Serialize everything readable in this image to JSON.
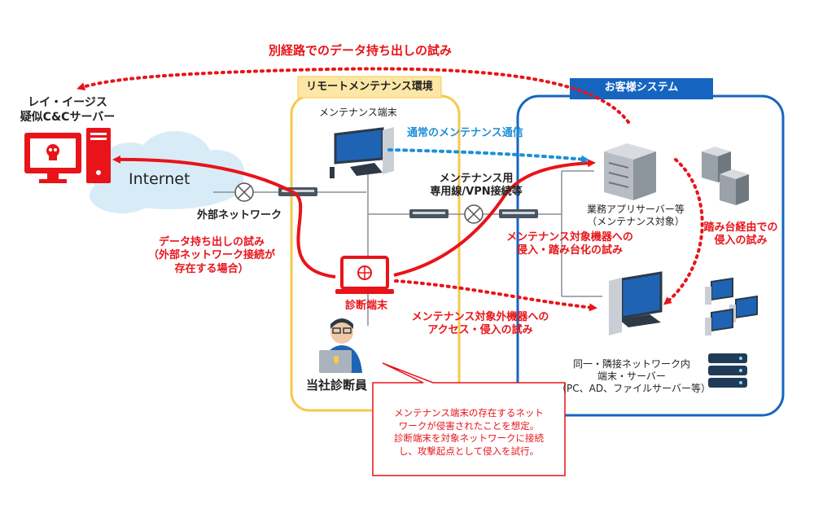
{
  "colors": {
    "red": "#e8141a",
    "blue": "#1e8fd6",
    "navy": "#1565c0",
    "yellow": "#f6c94c",
    "gray": "#8a8f96",
    "cloud": "#d8ecf8"
  },
  "top_path_label": "別経路でのデータ持ち出しの試み",
  "c2": {
    "title_line1": "レイ・イージス",
    "title_line2": "疑似C&Cサーバー",
    "icon": "skull-pc-server-icon"
  },
  "internet_label": "Internet",
  "external_network_label": "外部ネットワーク",
  "exfil": {
    "line1": "データ持ち出しの試み",
    "line2": "（外部ネットワーク接続が",
    "line3": "存在する場合）"
  },
  "remote_env": {
    "title": "リモートメンテナンス環境",
    "maint_terminal_label": "メンテナンス端末",
    "line_label_1": "メンテナンス用",
    "line_label_2": "専用線/VPN接続等",
    "diag_terminal_label": "診断端末",
    "diagnostician_label": "当社診断員"
  },
  "customer": {
    "title": "お客様システム",
    "normal_comm_label": "通常のメンテナンス通信",
    "app_server_line1": "業務アプリサーバー等",
    "app_server_line2": "（メンテナンス対象）",
    "stepping_line1": "踏み台経由での",
    "stepping_line2": "侵入の試み",
    "target_attack_line1": "メンテナンス対象機器への",
    "target_attack_line2": "侵入・踏み台化の試み",
    "non_target_line1": "メンテナンス対象外機器への",
    "non_target_line2": "アクセス・侵入の試み",
    "same_net_line1": "同一・隣接ネットワーク内",
    "same_net_line2": "端末・サーバー",
    "same_net_line3": "（PC、AD、ファイルサーバー等）"
  },
  "note": {
    "line1": "メンテナンス端末の存在するネット",
    "line2": "ワークが侵害されたことを想定。",
    "line3": "診断端末を対象ネットワークに接続",
    "line4": "し、攻撃起点として侵入を試行。"
  }
}
